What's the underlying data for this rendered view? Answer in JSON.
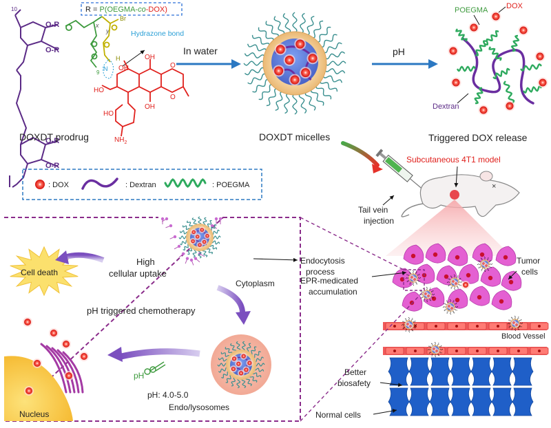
{
  "prodrug": {
    "label": "DOXDT prodrug",
    "r_def_prefix": "R = ",
    "r_def_p": "P(OEGMA-",
    "r_def_co": "co",
    "r_def_dox": "-DOX)",
    "hydrazone_label": "Hydrazone bond",
    "sub_x": "x",
    "sub_y": "y",
    "sub_9": "9",
    "sub_10": "10",
    "br": "Br",
    "oh": "OH",
    "ho": "HO",
    "nh2": "NH",
    "nh2_sub": "2",
    "o_r": "O-R",
    "n_letter": "N",
    "h_letter": "H",
    "colors": {
      "dextran": "#5b2a86",
      "poegma_chain": "#3d9a3d",
      "dox": "#e0201c",
      "hydrazone": "#2a9fd6",
      "linker": "#8a8a00"
    }
  },
  "step1_label": "In water",
  "micelle_label": "DOXDT micelles",
  "step2_label": "pH",
  "release": {
    "label": "Triggered DOX release",
    "poegma": "POEGMA",
    "dox": "DOX",
    "dextran": "Dextran"
  },
  "legend": {
    "dox": ": DOX",
    "dextran": ": Dextran",
    "poegma": ": POEGMA"
  },
  "mouse": {
    "model_label": "Subcutaneous 4T1 model",
    "injection": [
      "Tail vein",
      "injection"
    ]
  },
  "tumor": {
    "tumor_cells": [
      "Tumor",
      "cells"
    ],
    "blood_vessel": "Blood Vessel",
    "epr": [
      "EPR-medicated",
      "accumulation"
    ],
    "biosafety": [
      "Better",
      "biosafety"
    ],
    "normal_cells": "Normal cells"
  },
  "cell": {
    "cell_death": "Cell death",
    "uptake": [
      "High",
      "cellular uptake"
    ],
    "cytoplasm": "Cytoplasm",
    "endocytosis": [
      "Endocytosis",
      "process"
    ],
    "chemo": "pH triggered chemotherapy",
    "ph_scissor": "pH",
    "ph_range": "pH: 4.0-5.0",
    "endo": "Endo/lysosomes",
    "nucleus": "Nucleus"
  }
}
